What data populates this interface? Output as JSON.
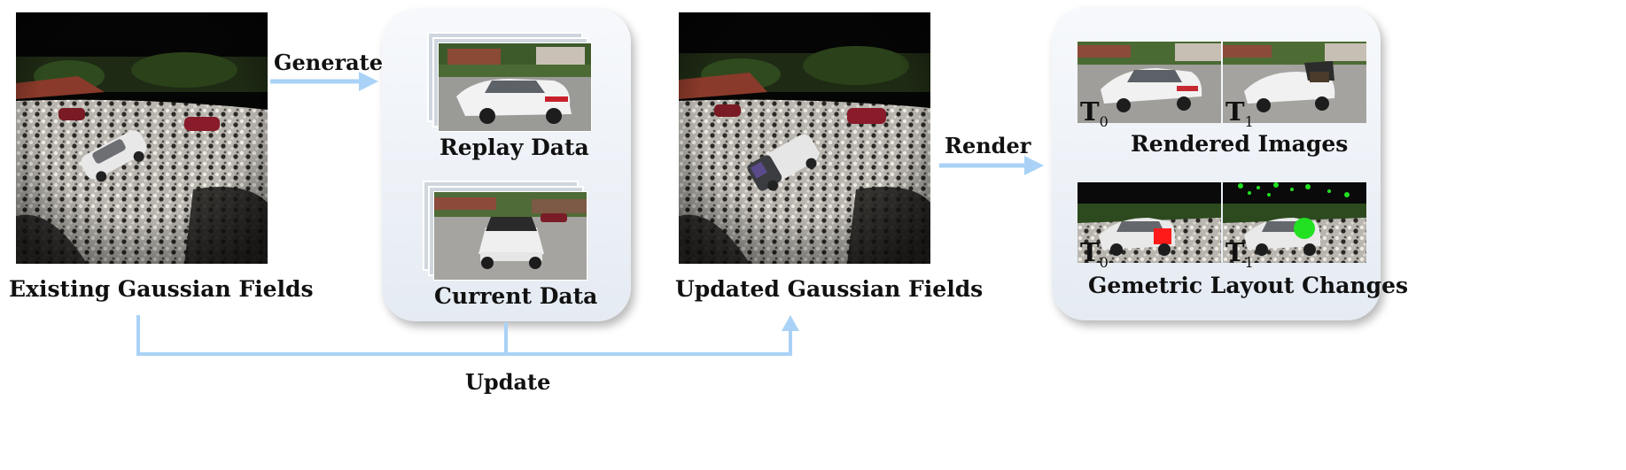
{
  "nodes": {
    "existing": {
      "caption": "Existing Gaussian Fields"
    },
    "replay": {
      "caption": "Replay Data"
    },
    "current": {
      "caption": "Current Data"
    },
    "updated": {
      "caption": "Updated Gaussian Fields"
    },
    "rendered": {
      "caption": "Rendered Images",
      "t0": "T",
      "t0_sub": "0",
      "t1": "T",
      "t1_sub": "1"
    },
    "layout": {
      "caption": "Gemetric Layout Changes",
      "t0": "T",
      "t0_sub": "0",
      "t1": "T",
      "t1_sub": "1"
    }
  },
  "edges": {
    "generate": "Generate",
    "render": "Render",
    "update": "Update"
  },
  "colors": {
    "arrow": "#a9d2f6",
    "panel": "#eef2f7",
    "change_red": "#ff1a1a",
    "change_green": "#22e022"
  }
}
